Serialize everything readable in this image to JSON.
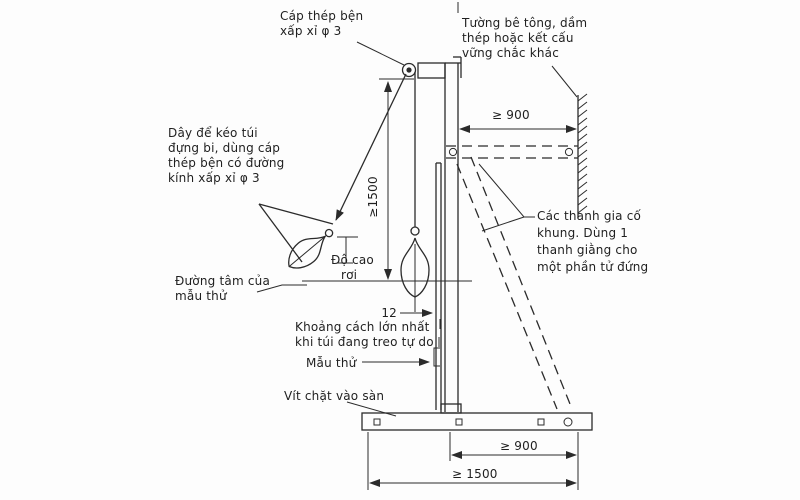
{
  "figure": {
    "type": "technical-line-drawing",
    "language": "vi",
    "description_source": "pendulum impact test rig engineering diagram"
  },
  "labels": {
    "cap_thep": {
      "lines": [
        "Cáp thép bện",
        "xấp xỉ φ 3"
      ]
    },
    "tuong": {
      "lines": [
        "Tường bê tông, dầm",
        "thép hoặc kết cấu",
        "vững chắc khác"
      ]
    },
    "day_keo": {
      "lines": [
        "Dây để kéo túi",
        "đựng bi, dùng cáp",
        "thép bện có đường",
        "kính xấp xỉ φ 3"
      ]
    },
    "duong_tam": {
      "lines": [
        "Đường tâm của",
        "mẫu thử"
      ]
    },
    "do_cao": {
      "lines": [
        "Độ cao",
        "rơi"
      ]
    },
    "cac_thanh": {
      "lines": [
        "Các thanh gia cố",
        "khung.  Dùng  1",
        "thanh giằng cho",
        "một phần tử đứng"
      ]
    },
    "khoang_cach": {
      "lines": [
        "Khoảng cách lớn nhất",
        "khi túi đang treo tự do"
      ]
    },
    "mau_thu": {
      "text": "Mẫu thử"
    },
    "vit_chat": {
      "text": "Vít chặt vào sàn"
    }
  },
  "dimensions": {
    "top_900": "≥ 900",
    "left_1500": "≥1500",
    "gap_12": "12",
    "bottom_900": "≥ 900",
    "bottom_1500": "≥ 1500"
  },
  "colors": {
    "ink": "#2b2b2b",
    "background": "#fdfdfd"
  }
}
